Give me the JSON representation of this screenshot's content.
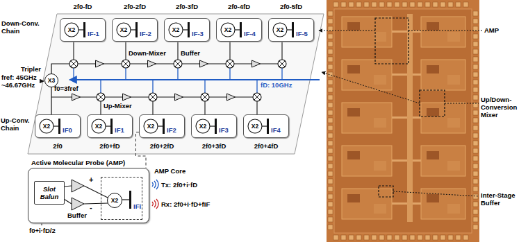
{
  "diagram": {
    "nodes": [
      {
        "text": [
          "X2",
          "IF-1"
        ]
      },
      {
        "text": [
          "X2",
          "IF-2"
        ]
      },
      {
        "text": [
          "X2",
          "IF-3"
        ]
      },
      {
        "text": [
          "X2",
          "IF-4"
        ]
      },
      {
        "text": [
          "X2",
          "IF-5"
        ]
      },
      {
        "text": [
          "Tripler",
          "X3"
        ]
      },
      {
        "text": [
          "X2",
          "IF0"
        ]
      },
      {
        "text": [
          "X2",
          "IF1"
        ]
      },
      {
        "text": [
          "X2",
          "IF2"
        ]
      },
      {
        "text": [
          "X2",
          "IF3"
        ]
      },
      {
        "text": [
          "X2",
          "IF4"
        ]
      },
      {
        "text": [
          "Active Molecular Probe (AMP)"
        ]
      },
      {
        "text": [
          "Slot Balun"
        ],
        "in": 11
      },
      {
        "text": [
          "AMP Core",
          "IFi"
        ],
        "in": 11
      },
      {
        "text": [
          "X2"
        ],
        "in": 13
      }
    ],
    "edges": [
      {
        "from": 8,
        "to": 11,
        "arrow": "none"
      }
    ],
    "labels": [
      "2f0-fD",
      "2f0-2fD",
      "2f0-3fD",
      "2f0-4fD",
      "2f0-5fD",
      "Down-Conv. Chain",
      "fref: 45GHz ~46.67GHz",
      "f0=3fref",
      "Down-Mixer",
      "Buffer",
      "fD: 10GHz",
      "Up-Mixer",
      "Up-Conv. Chain",
      "2f0",
      "2f0+fD",
      "2f0+2fD",
      "2f0+3fD",
      "2f0+4fD",
      "Buffer",
      "+",
      "-",
      "f0+i·fD/2",
      "Tx: 2f0+i·fD",
      "Rx: 2f0+i·fD+fIF",
      "AMP",
      "Up/Down-Conversion Mixer",
      "Inter-Stage Buffer"
    ]
  }
}
